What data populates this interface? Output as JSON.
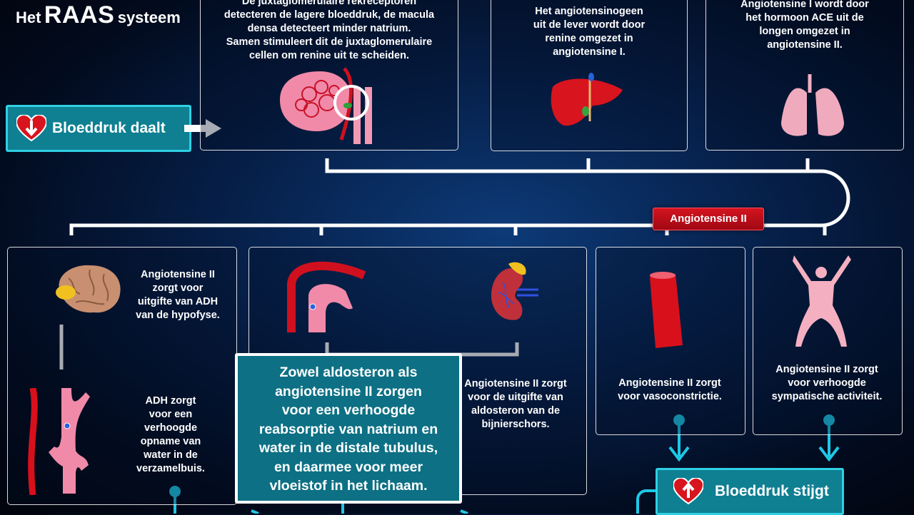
{
  "header": {
    "title_prefix": "Het",
    "title_main": "RAAS",
    "title_suffix": "systeem"
  },
  "steps": {
    "bp_drop_label": "Bloeddruk daalt",
    "kidney_text": "De juxtaglomerulaire rekreceptoren\ndetecteren de lagere bloeddruk, de macula\ndensa detecteert minder natrium.\nSamen stimuleert dit de juxtaglomerulaire\ncellen om renine uit te scheiden.",
    "liver_text": "Het angiotensinogeen\nuit de lever wordt door\nrenine omgezet in\nangiotensine I.",
    "lungs_text": "Angiotensine I wordt door\nhet hormoon ACE uit de\nlongen omgezet in\nangiotensine II."
  },
  "center_badge": "Angiotensine II",
  "effects": {
    "brain_text": "Angiotensine II\nzorgt voor\nuitgifte van ADH\nvan de hypofyse.",
    "adh_text": "ADH zorgt\nvoor een\nverhoogde\nopname van\nwater in de\nverzamelbuis.",
    "aldosteron_text": "Angiotensine II zorgt\nvoor de uitgifte van\naldosteron van de\nbijnierschors.",
    "vasoconstriction_text": "Angiotensine II zorgt\nvoor vasoconstrictie.",
    "sympathetic_text": "Angiotensine II zorgt\nvoor verhoogde\nsympatische activiteit."
  },
  "callout_text": "Zowel aldosteron als\nangiotensine II zorgen\nvoor een verhoogde\nreabsorptie van natrium en\nwater in de distale tubulus,\nen daarmee voor meer\nvloeistof in het lichaam.",
  "bp_rise_label": "Bloeddruk stijgt",
  "colors": {
    "teal": "#0f7f92",
    "teal_border": "#2fd0e4",
    "badge_red": "#c8101c",
    "line_cyan": "#1ec8e6"
  },
  "icons": [
    "heart-down-icon",
    "heart-up-icon",
    "kidney-nephron-icon",
    "liver-icon",
    "lungs-icon",
    "brain-icon",
    "vein-icon",
    "collecting-duct-icon",
    "aortic-arch-icon",
    "kidney-adrenal-icon",
    "artery-icon",
    "body-figure-icon"
  ]
}
